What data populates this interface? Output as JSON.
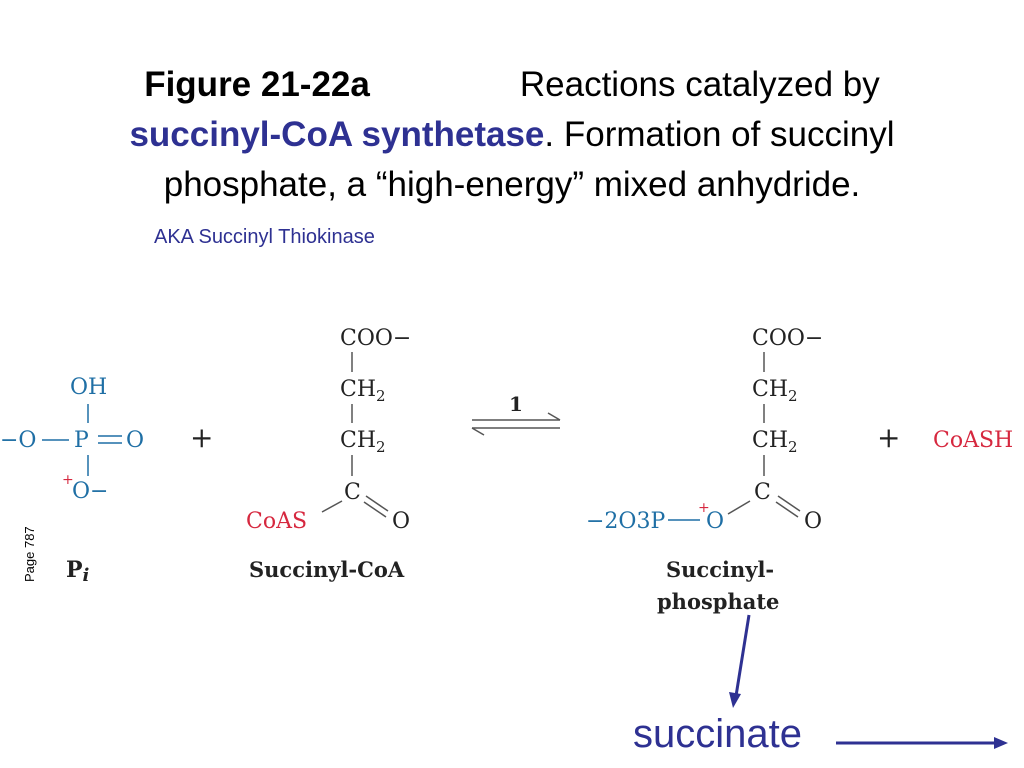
{
  "title": {
    "figure_label": "Figure 21-22a",
    "line1_text": "Reactions catalyzed by",
    "enzyme_name": "succinyl-CoA synthetase",
    "line2_text": ". Formation of succinyl",
    "line3_text": "phosphate, a “high-energy” mixed anhydride."
  },
  "aka_note": "AKA Succinyl Thiokinase",
  "page_ref": "Page 787",
  "reaction": {
    "step_number": "1",
    "plus_sign": "+",
    "phosphate": {
      "oh": "OH",
      "o_minus_left": "−O",
      "p_atom": "P",
      "o_double": "O",
      "plus_charge": "+",
      "o_minus_bottom": "O−",
      "label_main": "P",
      "label_sub": "i"
    },
    "succinyl_coa": {
      "coo": "COO−",
      "ch2_top": "CH",
      "ch2_bottom": "CH",
      "ch_subscript": "2",
      "carbon": "C",
      "coas": "CoAS",
      "oxygen": "O",
      "label": "Succinyl-CoA"
    },
    "succinyl_phosphate": {
      "coo": "COO−",
      "ch2_top": "CH",
      "ch2_bottom": "CH",
      "ch_subscript": "2",
      "carbon": "C",
      "po3": "−2O3P",
      "plus_charge": "+",
      "o_bridge": "O",
      "oxygen": "O",
      "label_line1": "Succinyl-",
      "label_line2": "phosphate"
    },
    "coash": "CoASH"
  },
  "annotation": {
    "succinate": "succinate"
  },
  "colors": {
    "blue_text": "#2e3192",
    "phosphate_blue": "#1f6fa5",
    "coa_red": "#d6283f",
    "arrow_gray": "#555555"
  }
}
